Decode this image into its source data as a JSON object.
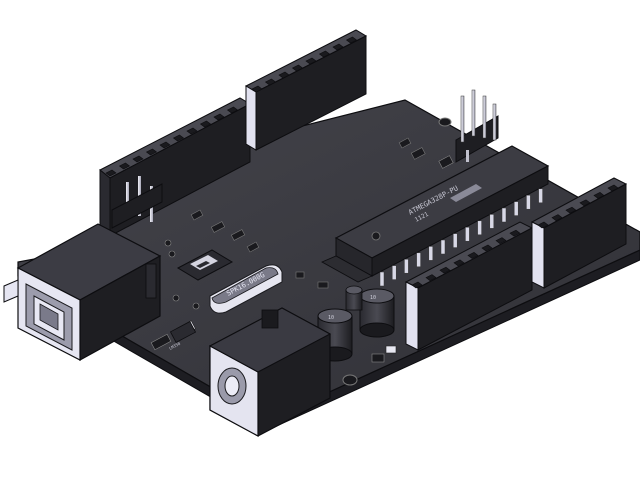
{
  "scene": {
    "subject": "arduino-uno-3d-cad-render",
    "colors": {
      "background": "#ffffff",
      "board_top": "#3a3a40",
      "board_side": "#26262b",
      "board_edge": "#55555c",
      "header_top": "#4a4a52",
      "header_side": "#1e1e22",
      "header_light": "#e2e2f0",
      "metal_light": "#d8d8e6",
      "metal_mid": "#9a9aaa",
      "chip": "#2c2c31",
      "chip_top": "#3c3c43",
      "label": "#c8c8d4",
      "outline": "#0d0d10"
    }
  },
  "labels": {
    "mcu_marking": "ATMEGA328P-PU",
    "mcu_date": "1121",
    "crystal_marking": "SPK16.000G"
  }
}
